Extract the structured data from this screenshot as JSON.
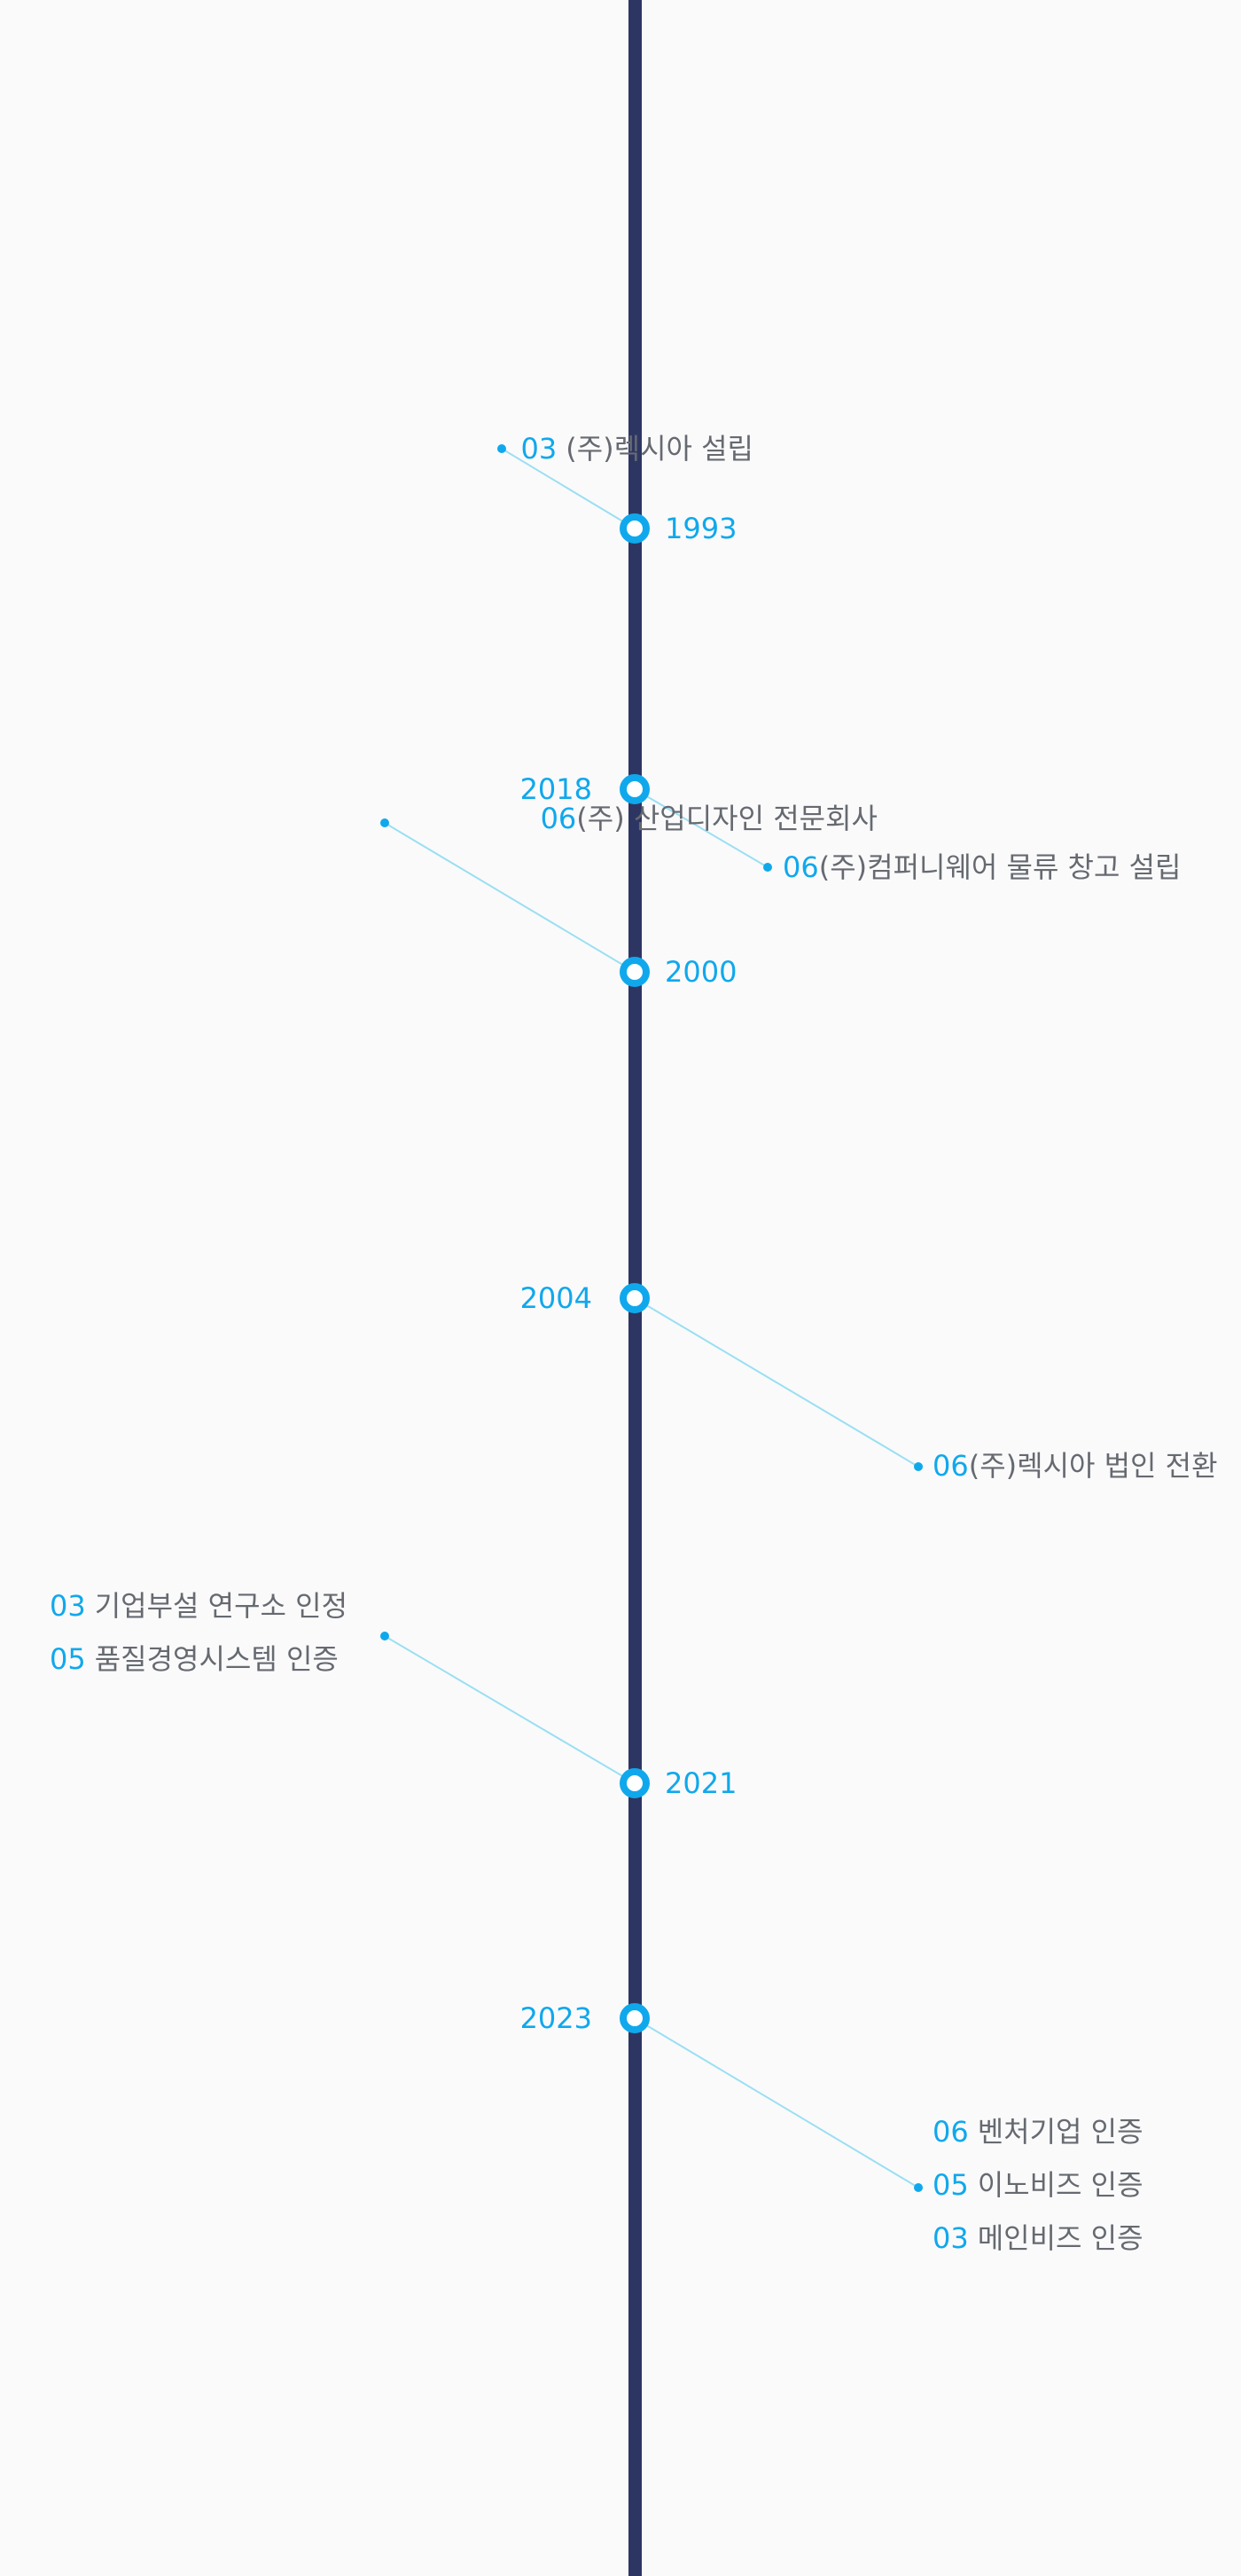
{
  "colors": {
    "axis": "#2d3663",
    "accent": "#10a8ec",
    "text": "#666a70",
    "connector": "#9bdff2"
  },
  "timeline": [
    {
      "year": "1993",
      "events": [
        {
          "month": "03",
          "text": "(주)렉시아 설립"
        }
      ]
    },
    {
      "year": "2018",
      "events": [
        {
          "month": "06",
          "text": "(주)컴퍼니웨어 물류 창고 설립"
        }
      ]
    },
    {
      "year": "2000",
      "events": [
        {
          "month": "06",
          "text": "(주) 산업디자인 전문회사"
        }
      ]
    },
    {
      "year": "2004",
      "events": [
        {
          "month": "06",
          "text": "(주)렉시아 법인 전환"
        }
      ]
    },
    {
      "year": "2021",
      "events": [
        {
          "month": "03",
          "text": "기업부설 연구소 인정"
        },
        {
          "month": "05",
          "text": "품질경영시스템 인증"
        }
      ]
    },
    {
      "year": "2023",
      "events": [
        {
          "month": "06",
          "text": "벤처기업 인증"
        },
        {
          "month": "05",
          "text": "이노비즈 인증"
        },
        {
          "month": "03",
          "text": "메인비즈 인증"
        }
      ]
    }
  ]
}
